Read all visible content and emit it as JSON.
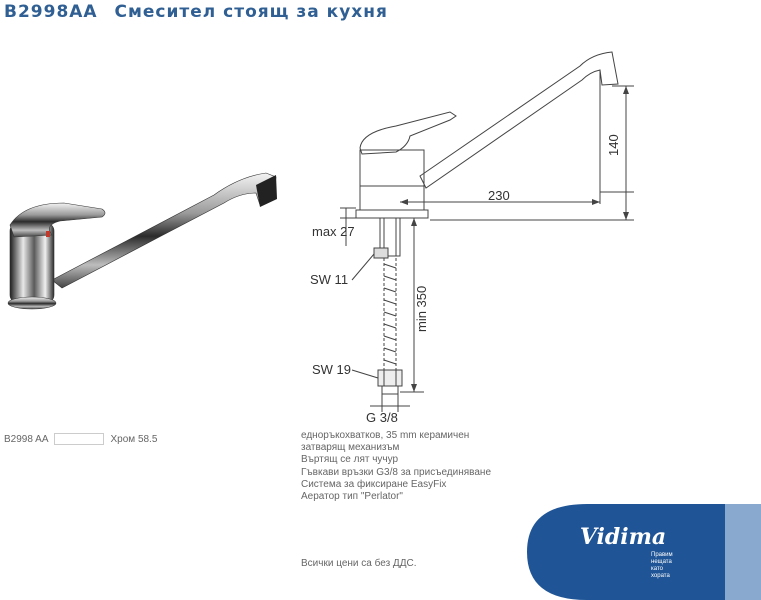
{
  "header": {
    "code": "B2998AA",
    "name": "Смесител стоящ за кухня"
  },
  "drawing": {
    "dim_height": "140",
    "dim_reach": "230",
    "dim_max": "max 27",
    "dim_sw11": "SW 11",
    "dim_hose": "min 350",
    "dim_sw19": "SW 19",
    "dim_thread": "G 3/8"
  },
  "order": {
    "code": "B2998 AA",
    "finish": "Хром",
    "price": "58.5"
  },
  "features": [
    "еднoръкохватков, 35 mm керамичен",
    "затварящ механизъм",
    "Въртящ се лят чучур",
    "Гъвкави връзки G3/8 за присъединяване",
    "Система за фиксиране EasyFix",
    "Аератор тип \"Perlator\""
  ],
  "note": "Всички цени са без ДДС.",
  "brand": {
    "logo": "Vidima",
    "tagline": [
      "Правим",
      "нещата",
      "като",
      "хората"
    ],
    "colors": {
      "dark": "#1f5596",
      "light": "#8aa9cf"
    }
  }
}
